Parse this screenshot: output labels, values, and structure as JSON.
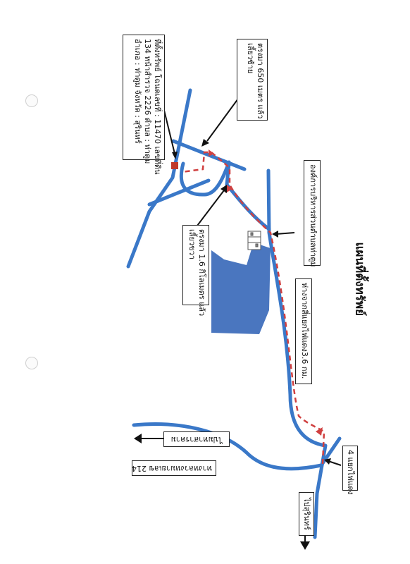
{
  "map": {
    "title": "แผนที่ตั้งทรัพย์",
    "colors": {
      "road": "#3a78c8",
      "route": "#d04040",
      "reservoir": "#4a76bf",
      "marker": "#c0392b"
    },
    "labels": {
      "property_line1": "ที่ตั้งทรัพย์ โฉนดเลขที่ : 11470 เลขที่ดิน",
      "property_line2": "134 หน้าสำรวจ 2226 ตำบล : ท่าตูม",
      "property_line3": "อำเภอ : ท่าตูม   จังหวัด : สุรินทร์",
      "straight_650": "ตรงมา 650 เมตร แล้ว",
      "turn_left": "เลี้ยวซ้าย",
      "straight_1_6": "ตรงมา 1.6 กิโลเมตร แล้ว",
      "turn_right": "เลี้ยวขวา",
      "sao": "องค์การบริหารส่วนตำบลท่าตูม",
      "distance_from_junction": "ห่างจากสี่แยกไฟแดง3.6 กม.",
      "highway": "ทางหลวงหมายเลข 214",
      "to_maha_sarakham": "ไปมหาสารคาม",
      "junction": "4 แยกไฟแดง",
      "to_surin": "ไปสุรินทร์"
    }
  }
}
